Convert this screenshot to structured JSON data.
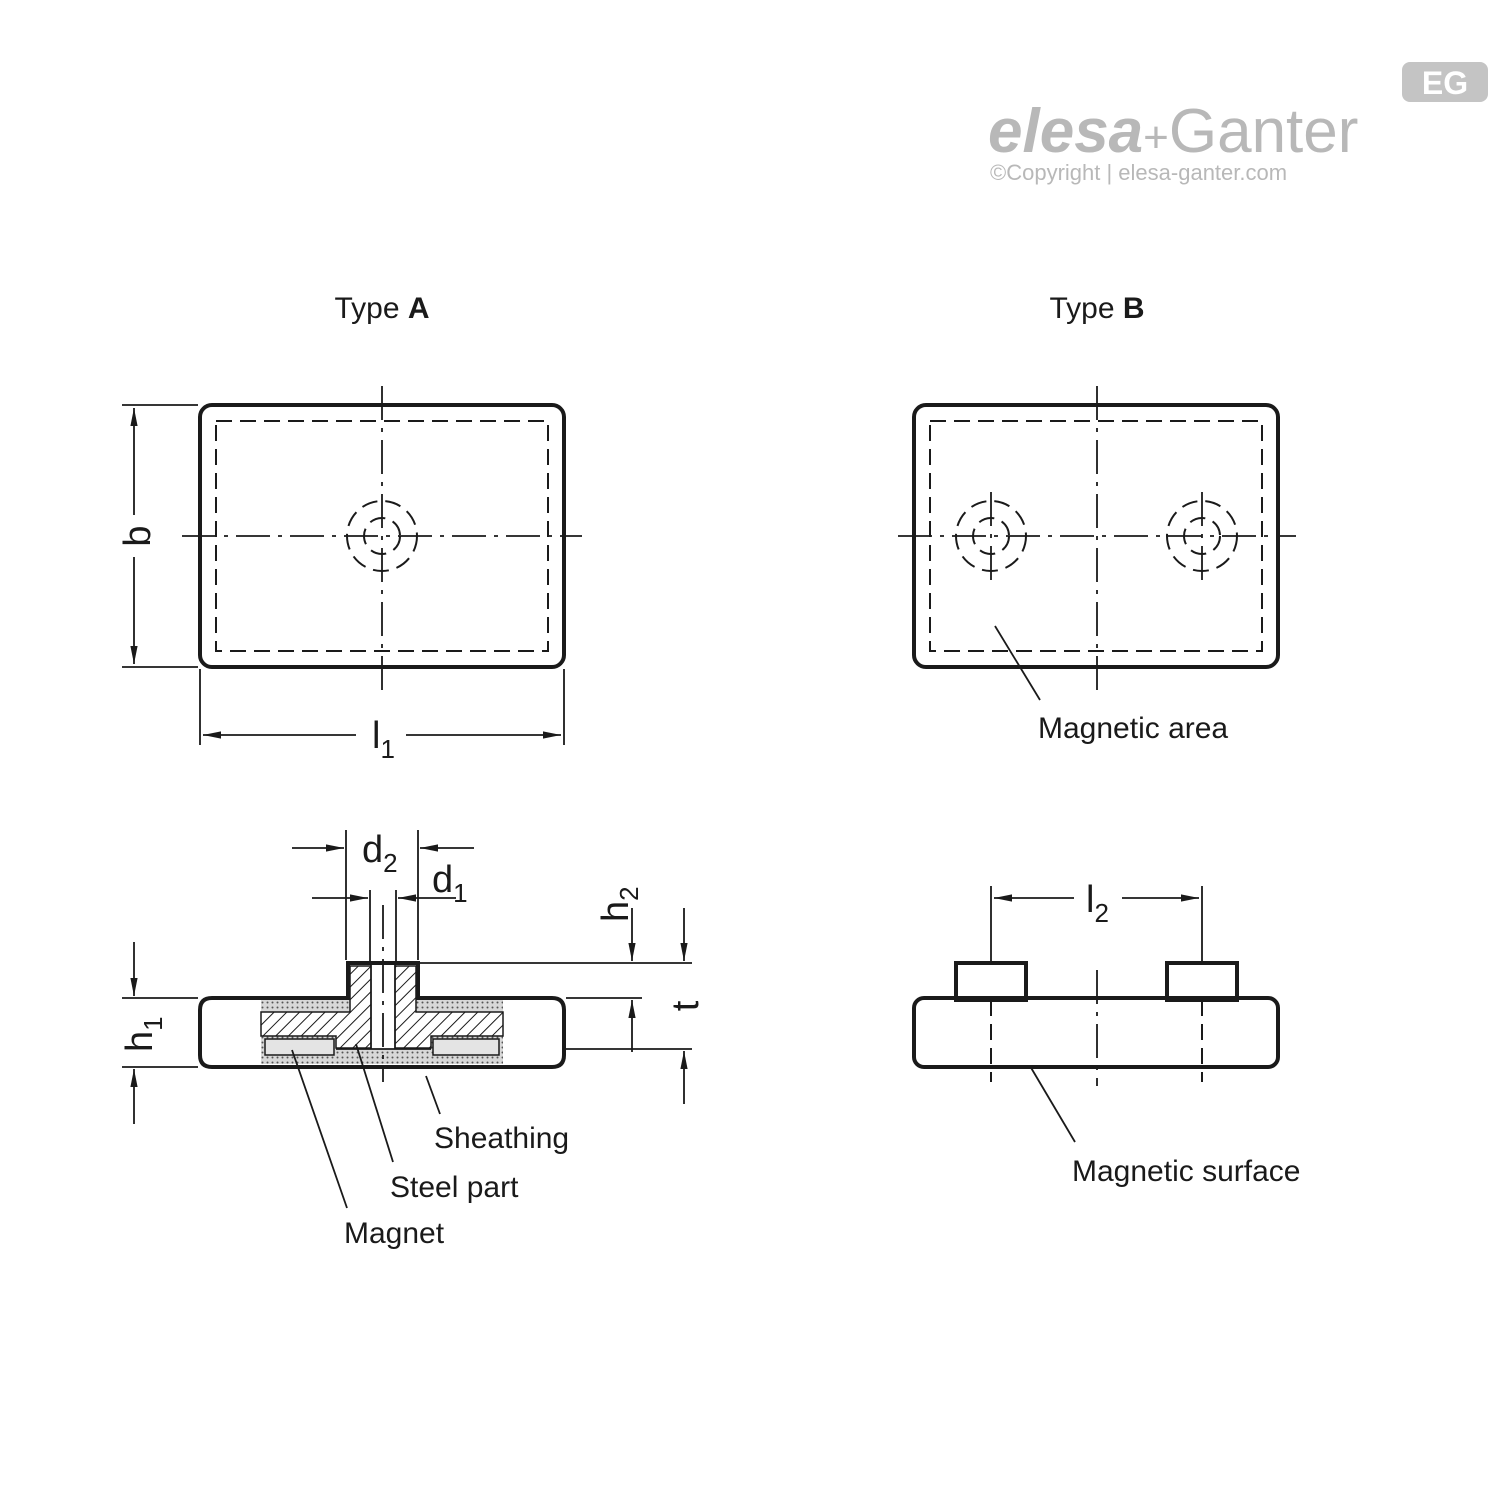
{
  "logo": {
    "badge": "EG",
    "brand_left": "elesa",
    "brand_plus": "+",
    "brand_right": "Ganter",
    "copyright": "©Copyright | elesa-ganter.com"
  },
  "titles": {
    "type_a_prefix": "Type ",
    "type_a_letter": "A",
    "type_b_prefix": "Type ",
    "type_b_letter": "B"
  },
  "dimensions": {
    "b": "b",
    "l1_main": "l",
    "l1_sub": "1",
    "l2_main": "l",
    "l2_sub": "2",
    "d2_main": "d",
    "d2_sub": "2",
    "d1_main": "d",
    "d1_sub": "1",
    "h2_main": "h",
    "h2_sub": "2",
    "h1_main": "h",
    "h1_sub": "1",
    "t": "t"
  },
  "callouts": {
    "magnetic_area": "Magnetic area",
    "magnetic_surface": "Magnetic surface",
    "sheathing": "Sheathing",
    "steel_part": "Steel part",
    "magnet": "Magnet"
  },
  "colors": {
    "line": "#1a1a1a",
    "logo_grey": "#b8b8b8"
  }
}
